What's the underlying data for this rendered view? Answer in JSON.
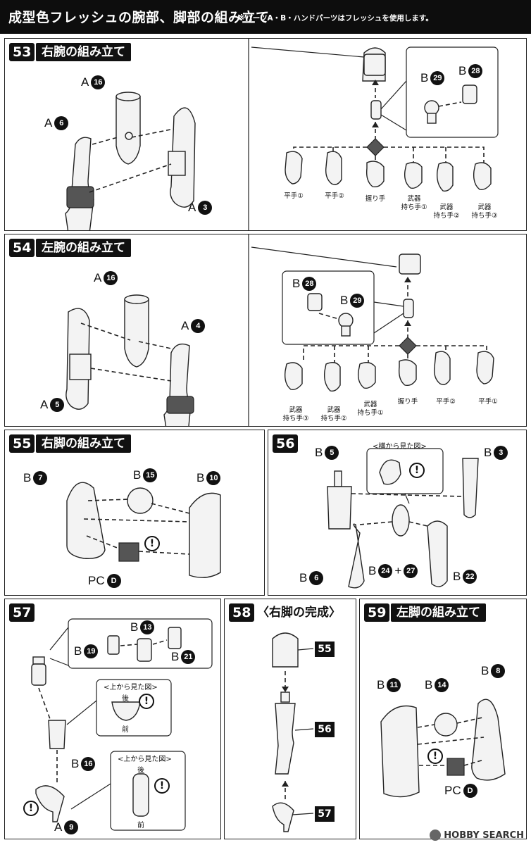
{
  "header": {
    "title": "成型色フレッシュの腕部、脚部の組み立て",
    "note": "※パーツA・B・ハンドパーツはフレッシュを使用します。"
  },
  "steps": {
    "s53": {
      "num": "53",
      "title": "右腕の組み立て",
      "parts": {
        "a16": {
          "letter": "A",
          "num": "16"
        },
        "a6": {
          "letter": "A",
          "num": "6"
        },
        "a3": {
          "letter": "A",
          "num": "3"
        },
        "b29": {
          "letter": "B",
          "num": "29"
        },
        "b28": {
          "letter": "B",
          "num": "28"
        }
      },
      "hands": [
        "平手①",
        "平手②",
        "握り手",
        "武器\n持ち手①",
        "武器\n持ち手②",
        "武器\n持ち手③"
      ]
    },
    "s54": {
      "num": "54",
      "title": "左腕の組み立て",
      "parts": {
        "a16": {
          "letter": "A",
          "num": "16"
        },
        "a4": {
          "letter": "A",
          "num": "4"
        },
        "a5": {
          "letter": "A",
          "num": "5"
        },
        "b28": {
          "letter": "B",
          "num": "28"
        },
        "b29": {
          "letter": "B",
          "num": "29"
        }
      },
      "hands": [
        "武器\n持ち手③",
        "武器\n持ち手②",
        "武器\n持ち手①",
        "握り手",
        "平手②",
        "平手①"
      ]
    },
    "s55": {
      "num": "55",
      "title": "右脚の組み立て",
      "parts": {
        "b7": {
          "letter": "B",
          "num": "7"
        },
        "b15": {
          "letter": "B",
          "num": "15"
        },
        "b10": {
          "letter": "B",
          "num": "10"
        },
        "pcd": {
          "letter": "PC",
          "num": "D"
        }
      },
      "warn": "!"
    },
    "s56": {
      "num": "56",
      "side_view": "<横から見た図>",
      "parts": {
        "b5": {
          "letter": "B",
          "num": "5"
        },
        "b3": {
          "letter": "B",
          "num": "3"
        },
        "b6": {
          "letter": "B",
          "num": "6"
        },
        "b24": {
          "letter": "B",
          "num": "24"
        },
        "b27": {
          "num": "27"
        },
        "b22": {
          "letter": "B",
          "num": "22"
        }
      },
      "plus": "+",
      "warn": "!"
    },
    "s57": {
      "num": "57",
      "top_view": "<上から見た図>",
      "back": "後",
      "front": "前",
      "parts": {
        "b13": {
          "letter": "B",
          "num": "13"
        },
        "b19": {
          "letter": "B",
          "num": "19"
        },
        "b21": {
          "letter": "B",
          "num": "21"
        },
        "b16": {
          "letter": "B",
          "num": "16"
        },
        "a9": {
          "letter": "A",
          "num": "9"
        }
      },
      "warn": "!"
    },
    "s58": {
      "num": "58",
      "title": "〈右脚の完成〉",
      "refs": [
        "55",
        "56",
        "57"
      ]
    },
    "s59": {
      "num": "59",
      "title": "左脚の組み立て",
      "parts": {
        "b11": {
          "letter": "B",
          "num": "11"
        },
        "b14": {
          "letter": "B",
          "num": "14"
        },
        "b8": {
          "letter": "B",
          "num": "8"
        },
        "pcd": {
          "letter": "PC",
          "num": "D"
        }
      },
      "warn": "!"
    }
  },
  "watermark": "HOBBY SEARCH"
}
